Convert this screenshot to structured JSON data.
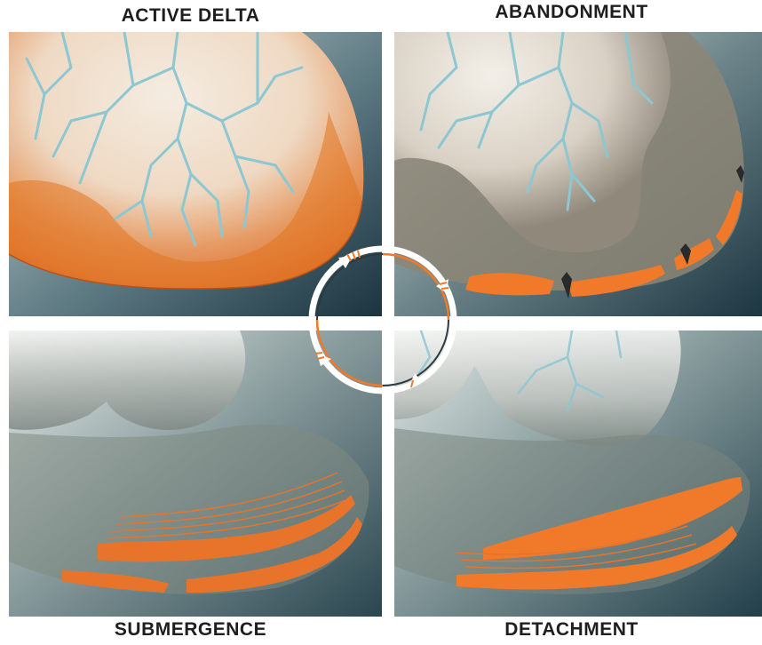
{
  "diagram": {
    "stages": [
      {
        "id": "active-delta",
        "label": "ACTIVE DELTA"
      },
      {
        "id": "abandonment",
        "label": "ABANDONMENT"
      },
      {
        "id": "submergence",
        "label": "SUBMERGENCE"
      },
      {
        "id": "detachment",
        "label": "DETACHMENT"
      }
    ],
    "cycle_direction": "clockwise",
    "colors": {
      "channel": "#8cc7d2",
      "deposit": "#f07a2a",
      "sea_dark": "#1f3a46",
      "sea_light": "#9bb4b9",
      "land": "#ede7dc",
      "mud": "#8c877b",
      "cycle_ring": "#ffffff",
      "cycle_accent": "#f07a2a"
    }
  }
}
